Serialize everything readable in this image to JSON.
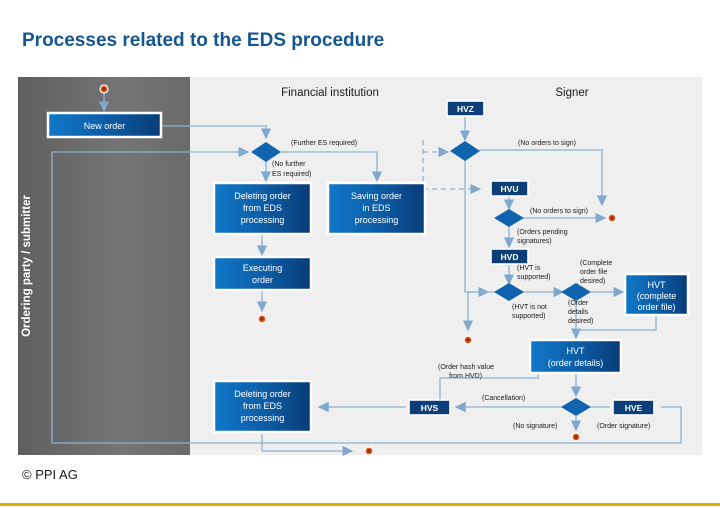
{
  "title": "Processes related to the EDS procedure",
  "footer": "© PPI AG",
  "colors": {
    "title_blue": "#14568f",
    "box_blue_dark": "#0b3f7a",
    "box_blue_light": "#1173c4",
    "diamond_blue": "#1064ae",
    "arrow_blue": "#7fa8cc",
    "line_blue": "#8fb2cf",
    "lane_gray": "#6e6e6e",
    "panel_gray": "#efefef",
    "terminator_orange": "#e0561d",
    "rule_gold": "#d8b200"
  },
  "lanes": {
    "left_label": "Ordering party / submitter",
    "center_label": "Financial institution",
    "right_label": "Signer"
  },
  "boxes": {
    "new_order": "New order",
    "deleting_order_top": "Deleting order\nfrom EDS\nprocessing",
    "saving_order": "Saving order\nin EDS\nprocessing",
    "executing_order": "Executing\norder",
    "deleting_order_bottom": "Deleting order\nfrom EDS\nprocessing",
    "hvt_complete": "HVT\n(complete\norder file)",
    "hvt_details": "HVT\n(order details)"
  },
  "tags": {
    "hvz": "HVZ",
    "hvu": "HVU",
    "hvd": "HVD",
    "hvs": "HVS",
    "hve": "HVE"
  },
  "edge_labels": {
    "further_es_required": "(Further ES required)",
    "no_further_es_required": "(No further\nES required)",
    "no_orders_to_sign_top": "(No orders to sign)",
    "no_orders_to_sign_mid": "(No orders to sign)",
    "orders_pending_signatures": "(Orders pending\nsignatures)",
    "hvt_is_supported": "(HVT is\nsupported)",
    "hvt_is_not_supported": "(HVT is not\nsupported)",
    "complete_order_file_desired": "(Complete\norder file\ndesired)",
    "order_details_desired": "(Order\ndetails\ndesired)",
    "order_hash_value_from_hvd": "(Order hash value\nfrom HVD)",
    "cancellation": "(Cancellation)",
    "no_signature": "(No signature)",
    "order_signature": "(Order signature)"
  }
}
